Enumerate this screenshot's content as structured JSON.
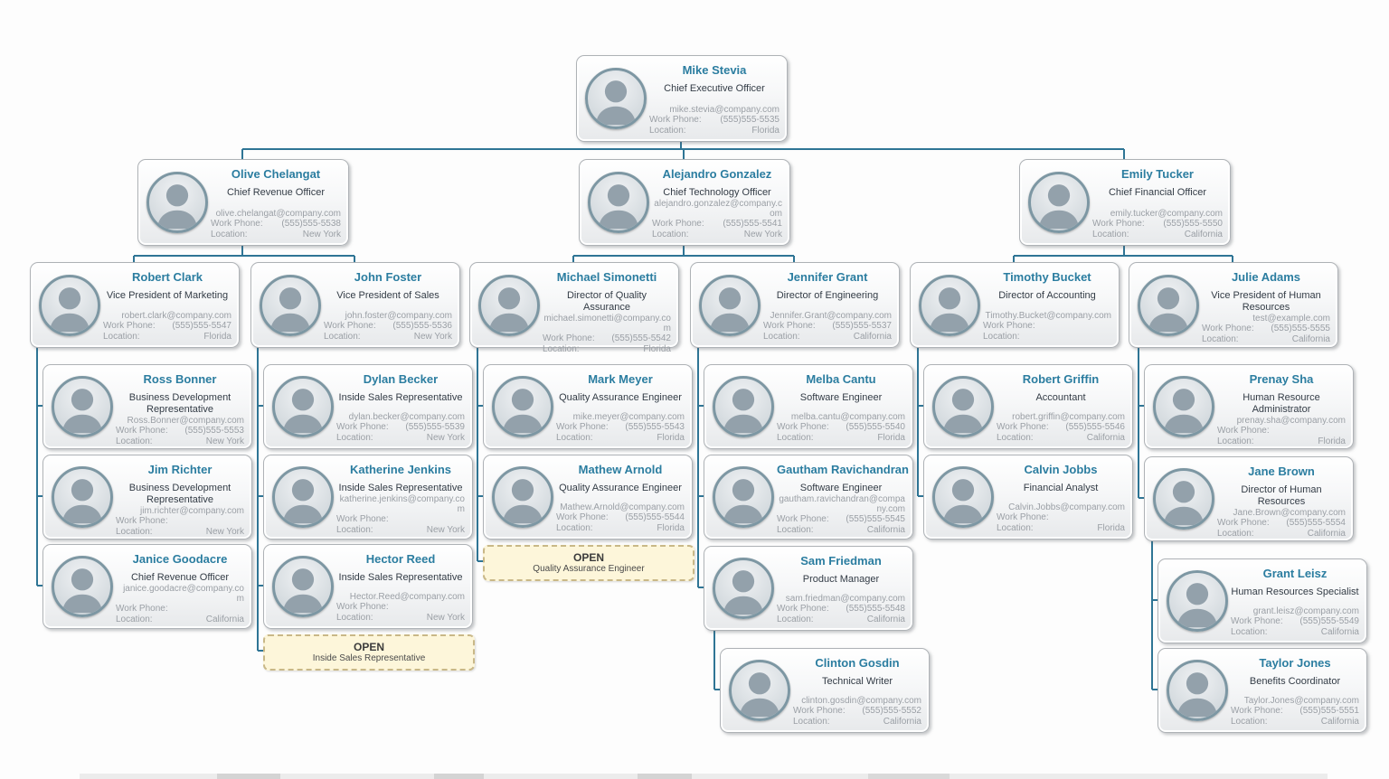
{
  "labels": {
    "work_phone": "Work Phone:",
    "location": "Location:"
  },
  "colors": {
    "name_text": "#2b7da0",
    "title_text": "#333c46",
    "muted_text": "#9a9fa5",
    "connector": "#2f7595",
    "open_bg": "#fdf6da",
    "open_border": "#c9b887"
  },
  "people": {
    "mike_stevia": {
      "name": "Mike Stevia",
      "title": "Chief Executive Officer",
      "email": "mike.stevia@company.com",
      "phone": "(555)555-5535",
      "location": "Florida"
    },
    "olive_chelangat": {
      "name": "Olive Chelangat",
      "title": "Chief Revenue Officer",
      "email": "olive.chelangat@company.com",
      "phone": "(555)555-5538",
      "location": "New York"
    },
    "alejandro_gonzalez": {
      "name": "Alejandro Gonzalez",
      "title": "Chief Technology Officer",
      "email": "alejandro.gonzalez@company.com",
      "phone": "(555)555-5541",
      "location": "New York"
    },
    "emily_tucker": {
      "name": "Emily Tucker",
      "title": "Chief Financial Officer",
      "email": "emily.tucker@company.com",
      "phone": "(555)555-5550",
      "location": "California"
    },
    "robert_clark": {
      "name": "Robert Clark",
      "title": "Vice President of Marketing",
      "email": "robert.clark@company.com",
      "phone": "(555)555-5547",
      "location": "Florida"
    },
    "john_foster": {
      "name": "John Foster",
      "title": "Vice President of Sales",
      "email": "john.foster@company.com",
      "phone": "(555)555-5536",
      "location": "New York"
    },
    "michael_simonetti": {
      "name": "Michael Simonetti",
      "title": "Director of Quality Assurance",
      "email": "michael.simonetti@company.com",
      "phone": "(555)555-5542",
      "location": "Florida"
    },
    "jennifer_grant": {
      "name": "Jennifer Grant",
      "title": "Director of Engineering",
      "email": "Jennifer.Grant@company.com",
      "phone": "(555)555-5537",
      "location": "California"
    },
    "timothy_bucket": {
      "name": "Timothy Bucket",
      "title": "Director of Accounting",
      "email": "Timothy.Bucket@company.com",
      "phone": "",
      "location": ""
    },
    "julie_adams": {
      "name": "Julie Adams",
      "title": "Vice President of Human Resources",
      "email": "test@example.com",
      "phone": "(555)555-5555",
      "location": "California"
    },
    "ross_bonner": {
      "name": "Ross Bonner",
      "title": "Business Development Representative",
      "email": "Ross.Bonner@company.com",
      "phone": "(555)555-5553",
      "location": "New York"
    },
    "jim_richter": {
      "name": "Jim Richter",
      "title": "Business Development Representative",
      "email": "jim.richter@company.com",
      "phone": "",
      "location": "New York"
    },
    "janice_goodacre": {
      "name": "Janice Goodacre",
      "title": "Chief Revenue Officer",
      "email": "janice.goodacre@company.com",
      "phone": "",
      "location": "California"
    },
    "dylan_becker": {
      "name": "Dylan Becker",
      "title": "Inside Sales Representative",
      "email": "dylan.becker@company.com",
      "phone": "(555)555-5539",
      "location": "New York"
    },
    "katherine_jenkins": {
      "name": "Katherine Jenkins",
      "title": "Inside Sales Representative",
      "email": "katherine.jenkins@company.com",
      "phone": "",
      "location": "New York"
    },
    "hector_reed": {
      "name": "Hector Reed",
      "title": "Inside Sales Representative",
      "email": "Hector.Reed@company.com",
      "phone": "",
      "location": "New York"
    },
    "mark_meyer": {
      "name": "Mark Meyer",
      "title": "Quality Assurance Engineer",
      "email": "mike.meyer@company.com",
      "phone": "(555)555-5543",
      "location": "Florida"
    },
    "mathew_arnold": {
      "name": "Mathew Arnold",
      "title": "Quality Assurance Engineer",
      "email": "Mathew.Arnold@company.com",
      "phone": "(555)555-5544",
      "location": "Florida"
    },
    "melba_cantu": {
      "name": "Melba Cantu",
      "title": "Software Engineer",
      "email": "melba.cantu@company.com",
      "phone": "(555)555-5540",
      "location": "Florida"
    },
    "gautham_ravichandran": {
      "name": "Gautham Ravichandran",
      "title": "Software Engineer",
      "email": "gautham.ravichandran@company.com",
      "phone": "(555)555-5545",
      "location": "California"
    },
    "sam_friedman": {
      "name": "Sam Friedman",
      "title": "Product Manager",
      "email": "sam.friedman@company.com",
      "phone": "(555)555-5548",
      "location": "California"
    },
    "clinton_gosdin": {
      "name": "Clinton Gosdin",
      "title": "Technical Writer",
      "email": "clinton.gosdin@company.com",
      "phone": "(555)555-5552",
      "location": "California"
    },
    "robert_griffin": {
      "name": "Robert Griffin",
      "title": "Accountant",
      "email": "robert.griffin@company.com",
      "phone": "(555)555-5546",
      "location": "California"
    },
    "calvin_jobbs": {
      "name": "Calvin Jobbs",
      "title": "Financial Analyst",
      "email": "Calvin.Jobbs@company.com",
      "phone": "",
      "location": "Florida"
    },
    "prenay_sha": {
      "name": "Prenay Sha",
      "title": "Human Resource Administrator",
      "email": "prenay.sha@company.com",
      "phone": "",
      "location": "Florida"
    },
    "jane_brown": {
      "name": "Jane Brown",
      "title": "Director of Human Resources",
      "email": "Jane.Brown@company.com",
      "phone": "(555)555-5554",
      "location": "California"
    },
    "grant_leisz": {
      "name": "Grant Leisz",
      "title": "Human Resources Specialist",
      "email": "grant.leisz@company.com",
      "phone": "(555)555-5549",
      "location": "California"
    },
    "taylor_jones": {
      "name": "Taylor Jones",
      "title": "Benefits Coordinator",
      "email": "Taylor.Jones@company.com",
      "phone": "(555)555-5551",
      "location": "California"
    }
  },
  "open_positions": {
    "inside_sales": {
      "label": "OPEN",
      "title": "Inside Sales Representative"
    },
    "quality_assurance": {
      "label": "OPEN",
      "title": "Quality Assurance Engineer"
    }
  }
}
